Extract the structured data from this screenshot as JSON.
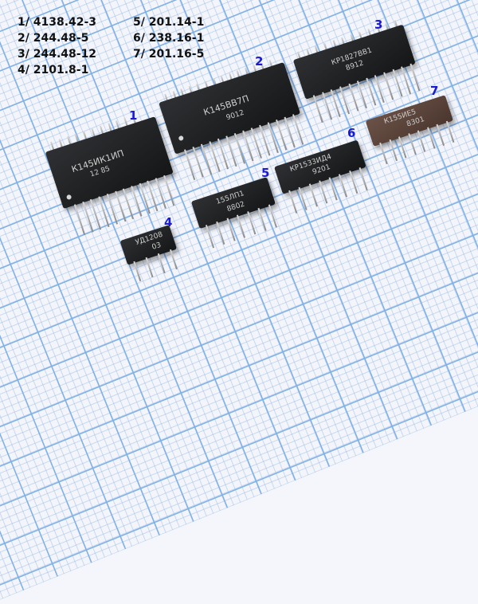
{
  "legend": [
    {
      "id": "1",
      "label": "1/ 4138.42-3"
    },
    {
      "id": "2",
      "label": "2/ 244.48-5"
    },
    {
      "id": "3",
      "label": "3/ 244.48-12"
    },
    {
      "id": "4",
      "label": "4/ 2101.8-1"
    },
    {
      "id": "5",
      "label": "5/ 201.14-1"
    },
    {
      "id": "6",
      "label": "6/ 238.16-1"
    },
    {
      "id": "7",
      "label": "7/ 201.16-5"
    }
  ],
  "chips": [
    {
      "number": "1",
      "marking": "К145ИК1ИП",
      "date": "12 85",
      "color": "#1c1d1f"
    },
    {
      "number": "2",
      "marking": "К145ВВ7П",
      "date": "9012",
      "color": "#1c1d1f"
    },
    {
      "number": "3",
      "marking": "КР1827ВВ1",
      "date": "8912",
      "color": "#1c1d1f"
    },
    {
      "number": "4",
      "marking": "УД1208",
      "date": "03",
      "color": "#1c1d1f"
    },
    {
      "number": "5",
      "marking": "155ЛП1",
      "date": "8802",
      "color": "#1c1d1f"
    },
    {
      "number": "6",
      "marking": "КР1533ИД4",
      "date": "9201",
      "color": "#1c1d1f"
    },
    {
      "number": "7",
      "marking": "К155ИЕ5",
      "date": "8301",
      "color": "#5a4338"
    }
  ],
  "background": {
    "paper": "#f3f5fb",
    "grid_major": "#7fb0e6"
  },
  "label_color": "#1a1ad6"
}
